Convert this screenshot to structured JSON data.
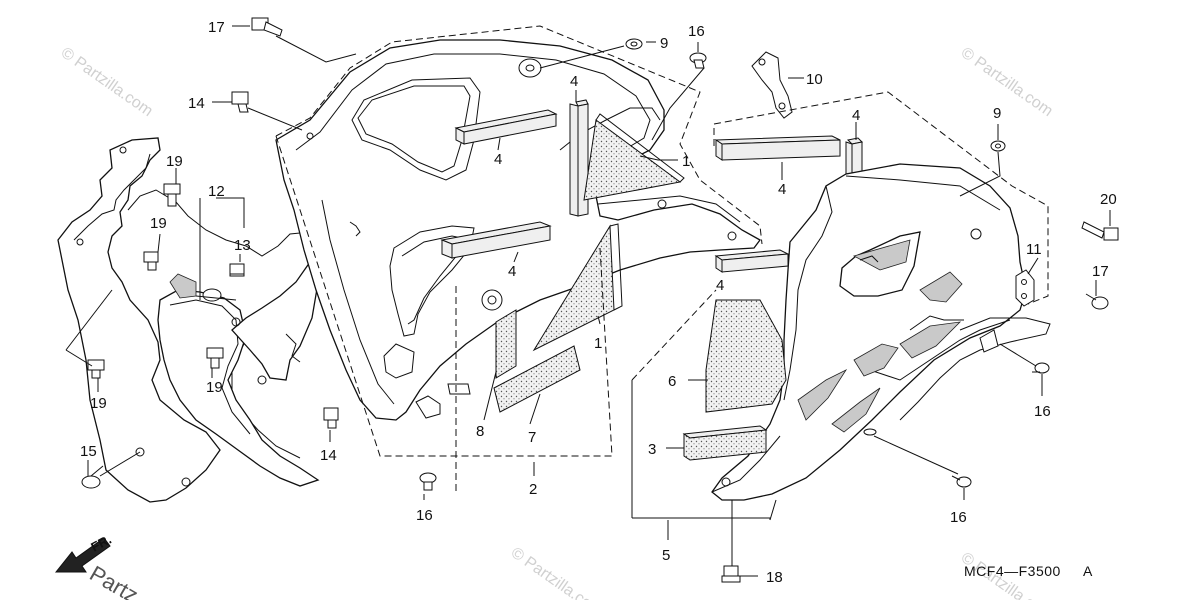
{
  "diagram": {
    "code": "MCF4—F3500",
    "code_suffix": "A",
    "direction_label": "FR.",
    "watermark": "© Partzilla.com",
    "watermark_corner": "Partz"
  },
  "callouts": [
    "17",
    "14",
    "9",
    "16",
    "10",
    "4",
    "4",
    "1",
    "4",
    "4",
    "4",
    "1",
    "9",
    "4",
    "20",
    "11",
    "17",
    "12",
    "13",
    "19",
    "19",
    "19",
    "19",
    "6",
    "3",
    "16",
    "14",
    "8",
    "7",
    "2",
    "16",
    "5",
    "18",
    "15",
    "16"
  ]
}
